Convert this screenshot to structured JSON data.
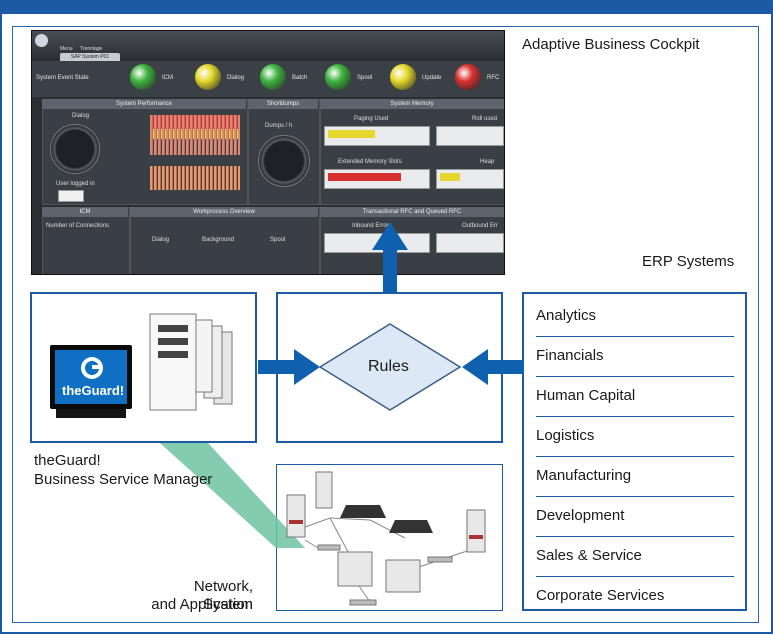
{
  "labels": {
    "cockpit": "Adaptive Business Cockpit",
    "erp_systems": "ERP Systems",
    "rules": "Rules",
    "guard_line1": "theGuard!",
    "guard_line2": "Business Service Manager",
    "network_line1": "Network, System",
    "network_line2": "and Application",
    "guard_logo_text": "theGuard!"
  },
  "erp_items": [
    "Analytics",
    "Financials",
    "Human Capital",
    "Logistics",
    "Manufacturing",
    "Development",
    "Sales & Service",
    "Corporate Services"
  ],
  "dashboard": {
    "menu1": "Menu",
    "menu2": "Trennlage",
    "tab": "SAP System P01",
    "status_label": "System Event State",
    "lights": [
      {
        "label": "ICM",
        "color": "#3fb43f"
      },
      {
        "label": "Dialog",
        "color": "#e5d92a"
      },
      {
        "label": "Batch",
        "color": "#3fb43f"
      },
      {
        "label": "Spool",
        "color": "#3fb43f"
      },
      {
        "label": "Update",
        "color": "#e5d92a"
      },
      {
        "label": "RFC",
        "color": "#d93030"
      }
    ],
    "panels": {
      "perf": "System Performance",
      "short": "Shortdumps",
      "mem": "System Memory",
      "icm": "ICM",
      "wp": "Workprocess Overview",
      "rfc": "Transactional RFC and Queued RFC"
    },
    "sub": {
      "dialog": "Dialog",
      "users": "User logged in",
      "dumps": "Dumps / h",
      "paging": "Paging Used",
      "roll": "Roll used",
      "ext": "Extended Memory Slots",
      "heap": "Heap",
      "conn": "Number of Connections",
      "wp_dialog": "Dialog",
      "wp_bg": "Background",
      "wp_spool": "Spool",
      "inbound": "Inbound Errors",
      "outbound": "Outbound Err"
    }
  },
  "colors": {
    "accent": "#1c5aa6",
    "rules_fill": "#dce8f5",
    "beam": "#6dc3a0"
  }
}
